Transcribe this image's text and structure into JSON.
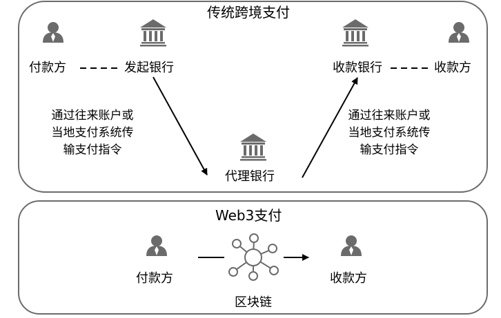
{
  "traditional": {
    "title": "传统跨境支付",
    "payer": "付款方",
    "originating_bank": "发起银行",
    "receiving_bank": "收款银行",
    "payee": "收款方",
    "correspondent_bank": "代理银行",
    "note_left": "通过往来账户或当地支付系统传输支付指令",
    "note_right": "通过往来账户或当地支付系统传输支付指令"
  },
  "web3": {
    "title": "Web3支付",
    "payer": "付款方",
    "payee": "收款方",
    "blockchain": "区块链"
  },
  "colors": {
    "icon": "#6b6b6b",
    "border": "#6b6b6b",
    "line": "#000000"
  },
  "icons": {
    "payer": "user-icon",
    "payee": "user-icon",
    "bank": "bank-icon",
    "blockchain": "network-node-icon"
  }
}
